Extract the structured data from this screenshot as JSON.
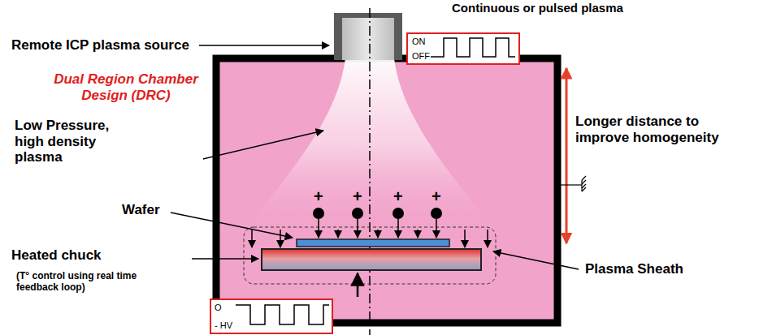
{
  "diagram": {
    "nodes": [
      {
        "text": [
          "ON",
          "OFF"
        ]
      },
      {
        "text": [
          "O",
          "- HV"
        ]
      }
    ],
    "labels": [
      "Continuous or pulsed plasma",
      "Remote ICP plasma source",
      "Dual Region Chamber Design (DRC)",
      "Low Pressure, high density plasma",
      "Wafer",
      "Heated chuck",
      "(T° control using real time feedback loop)",
      "Longer distance to improve homogeneity",
      "Plasma Sheath",
      "+",
      "+",
      "+",
      "+"
    ]
  }
}
